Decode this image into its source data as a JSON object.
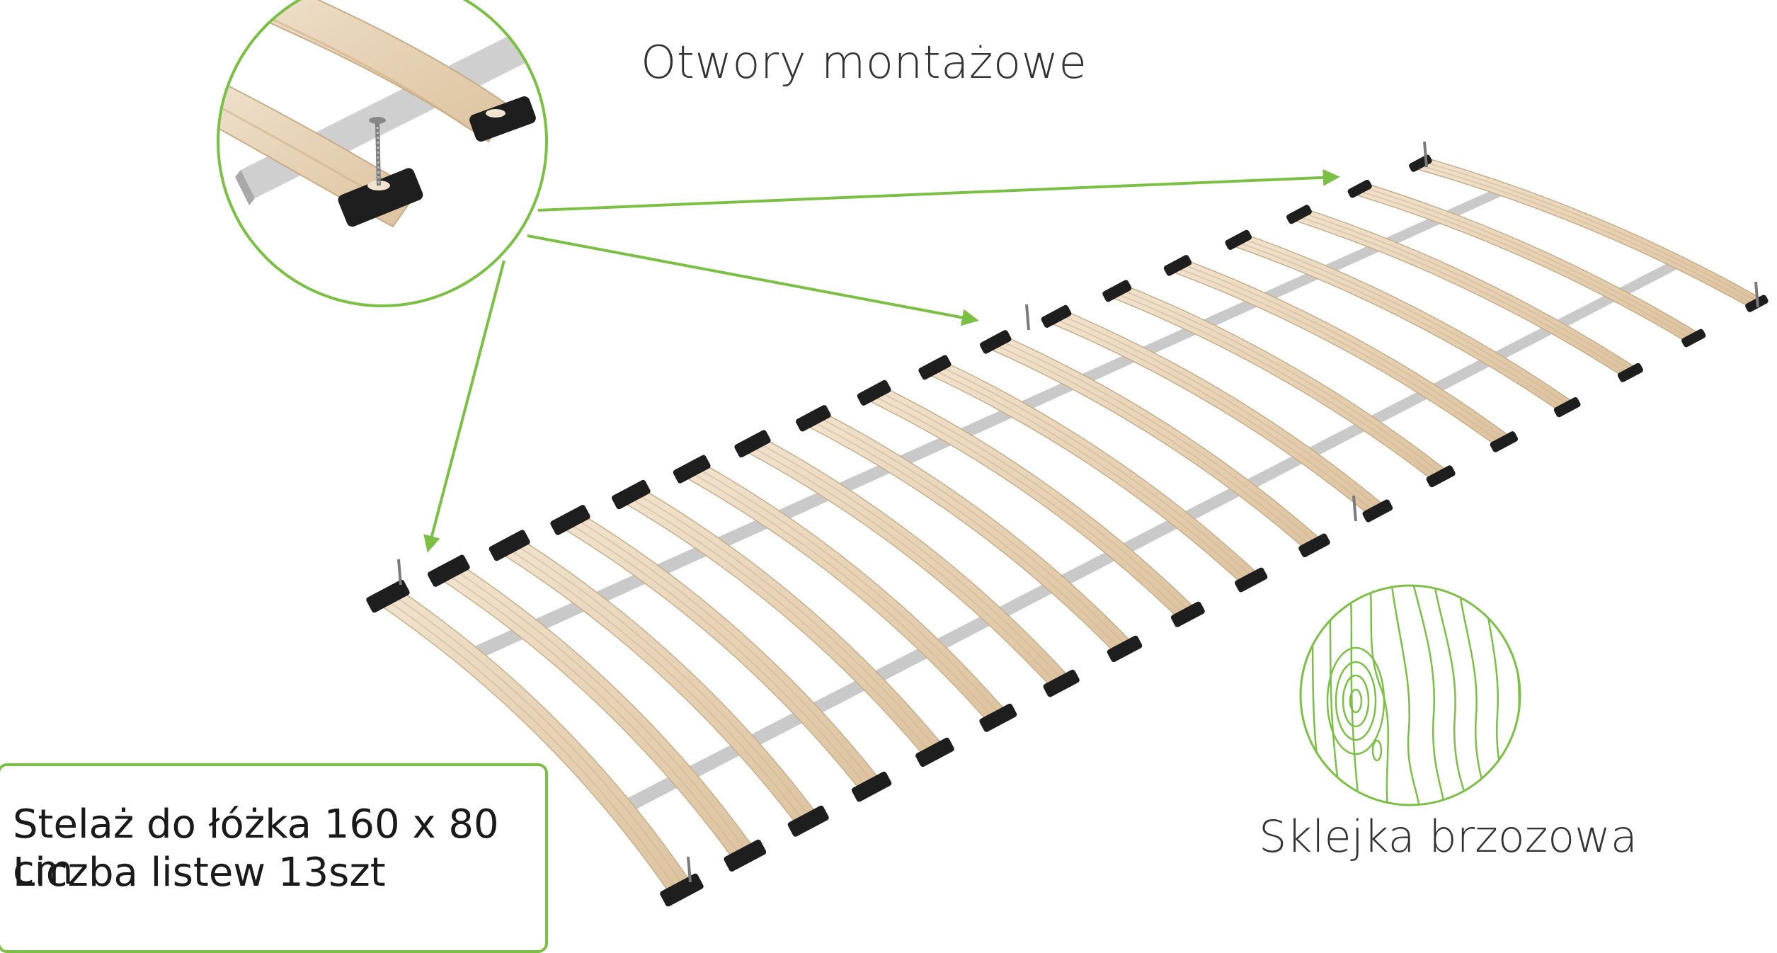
{
  "title": "Otwory montażowe",
  "material_label": "Sklejka brzozowa",
  "info": {
    "line1": "Stelaż do łóżka 160 x 80 cm",
    "line2": "Liczba listew 13szt"
  },
  "colors": {
    "accent_green": "#7cbf45",
    "slat_wood": "#e8d8bf",
    "slat_grain": "#d7b58f",
    "end_cap": "#1e1e1e",
    "strap": "#c9c9c9"
  },
  "icons": [
    "wood-grain-icon",
    "screw-icon",
    "zoom-circle-icon",
    "arrow-icon"
  ]
}
